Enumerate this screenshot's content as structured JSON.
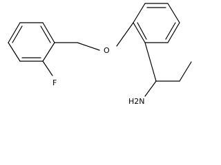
{
  "molecule": {
    "atoms": {
      "oxygen": "O",
      "fluorine": "F",
      "amine": "H2N"
    }
  },
  "colors": {
    "bond": "#000000",
    "label": "#000000",
    "background": "#ffffff"
  }
}
